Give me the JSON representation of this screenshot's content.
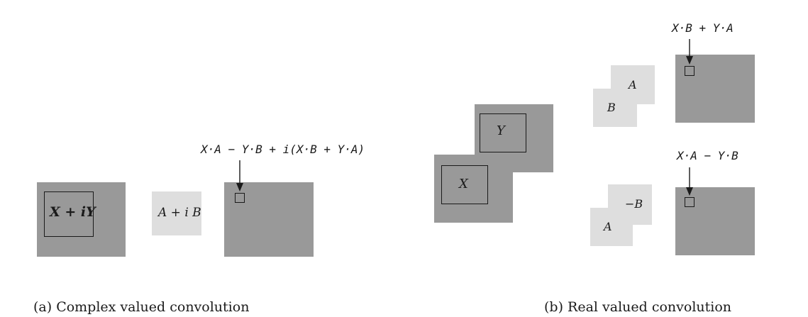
{
  "panel_a": {
    "input_label": "X + iY",
    "kernel_label": "A + i B",
    "output_formula": "X·A − Y·B + i(X·B + Y·A)",
    "caption": "(a)  Complex valued convolution"
  },
  "panel_b": {
    "input_y_label": "Y",
    "input_x_label": "X",
    "kernel_top_a": "A",
    "kernel_top_b": "B",
    "output_top_formula": "X·B + Y·A",
    "kernel_bottom_neg_b": "−B",
    "kernel_bottom_a": "A",
    "output_bottom_formula": "X·A − Y·B",
    "caption": "(b)  Real valued convolution"
  },
  "colors": {
    "feature_map": "#999999",
    "kernel": "#dedede",
    "stroke": "#1a1a1a"
  }
}
